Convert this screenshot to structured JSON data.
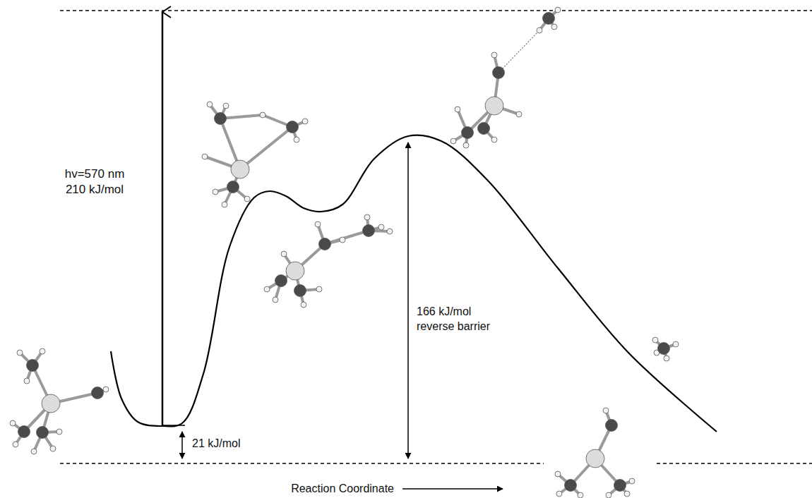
{
  "diagram": {
    "labels": [
      "hv=570 nm 210 kJ/mol",
      "21 kJ/mol",
      "166 kJ/mol reverse barrier",
      "Reaction Coordinate"
    ]
  }
}
